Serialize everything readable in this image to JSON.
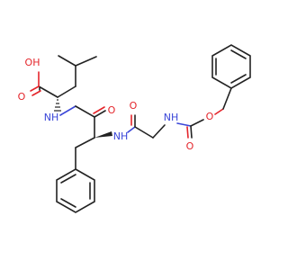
{
  "molecule": {
    "atom_labels": {
      "oh_acid": "OH",
      "o_acid_carbonyl": "O",
      "nh_leu": "NH",
      "o_phe_carbonyl": "O",
      "nh_phe": "NH",
      "o_gly_carbonyl": "O",
      "nh_gly": "NH",
      "o_carbamate_carbonyl": "O",
      "o_carbamate_ether": "O"
    },
    "colors": {
      "bond": "#222222",
      "oxygen": "#e4252b",
      "nitrogen": "#3a46d8"
    }
  }
}
